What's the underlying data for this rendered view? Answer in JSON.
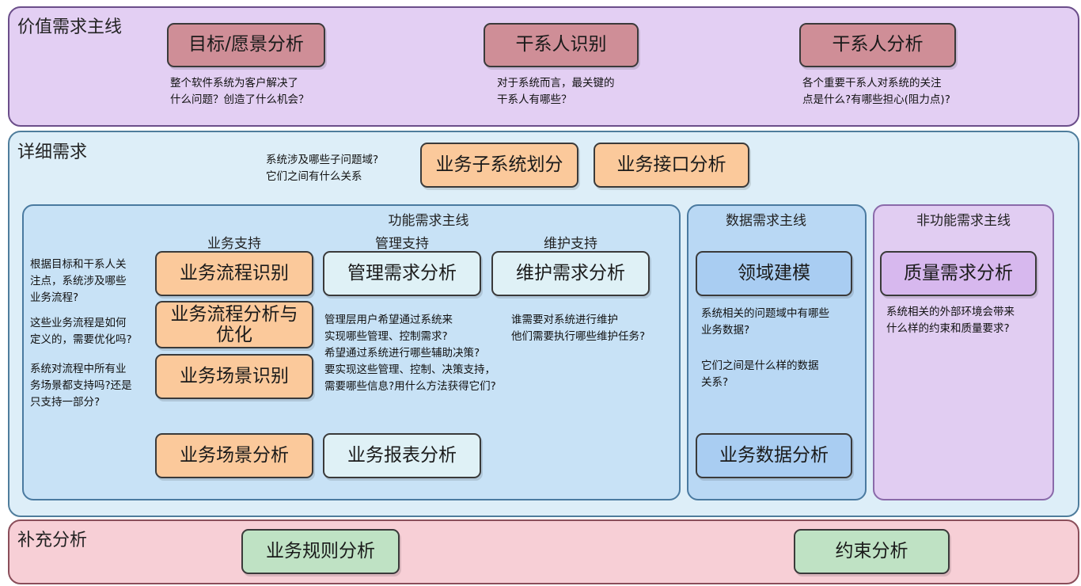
{
  "value_band": {
    "title": "价值需求主线",
    "boxes": [
      {
        "label": "目标/愿景分析",
        "note": "整个软件系统为客户解决了\n什么问题？创造了什么机会？"
      },
      {
        "label": "干系人识别",
        "note": "对于系统而言，最关键的\n干系人有哪些？"
      },
      {
        "label": "干系人分析",
        "note": "各个重要干系人对系统的关注\n点是什么?有哪些担心(阻力点)?"
      }
    ]
  },
  "detail_band": {
    "title": "详细需求",
    "subsystem_note": "系统涉及哪些子问题域?\n它们之间有什么关系",
    "subsystem_box": "业务子系统划分",
    "interface_box": "业务接口分析",
    "functional": {
      "title": "功能需求主线",
      "business_support": "业务支持",
      "management_support": "管理支持",
      "maintenance_support": "维护支持",
      "process_identify": "业务流程识别",
      "process_optimize": "业务流程分析与\n优化",
      "scenario_identify": "业务场景识别",
      "scenario_analysis": "业务场景分析",
      "mgmt_analysis": "管理需求分析",
      "report_analysis": "业务报表分析",
      "maint_analysis": "维护需求分析",
      "note_process_identify": "根据目标和干系人关\n注点，系统涉及哪些\n业务流程?",
      "note_process_optimize": "这些业务流程是如何\n定义的，需要优化吗?",
      "note_scenario": "系统对流程中所有业\n务场景都支持吗?还是\n只支持一部分?",
      "note_mgmt": "管理层用户希望通过系统来\n实现哪些管理、控制需求?\n希望通过系统进行哪些辅助决策?\n要实现这些管理、控制、决策支持，\n需要哪些信息?用什么方法获得它们?",
      "note_maint": "谁需要对系统进行维护\n他们需要执行哪些维护任务?"
    },
    "data": {
      "title": "数据需求主线",
      "domain_model": "领域建模",
      "data_analysis": "业务数据分析",
      "note_1": "系统相关的问题域中有哪些\n业务数据?",
      "note_2": "它们之间是什么样的数据\n关系?"
    },
    "nonfunctional": {
      "title": "非功能需求主线",
      "quality_analysis": "质量需求分析",
      "note": "系统相关的外部环境会带来\n什么样的约束和质量要求?"
    }
  },
  "supp_band": {
    "title": "补充分析",
    "rules_box": "业务规则分析",
    "constraints_box": "约束分析"
  }
}
